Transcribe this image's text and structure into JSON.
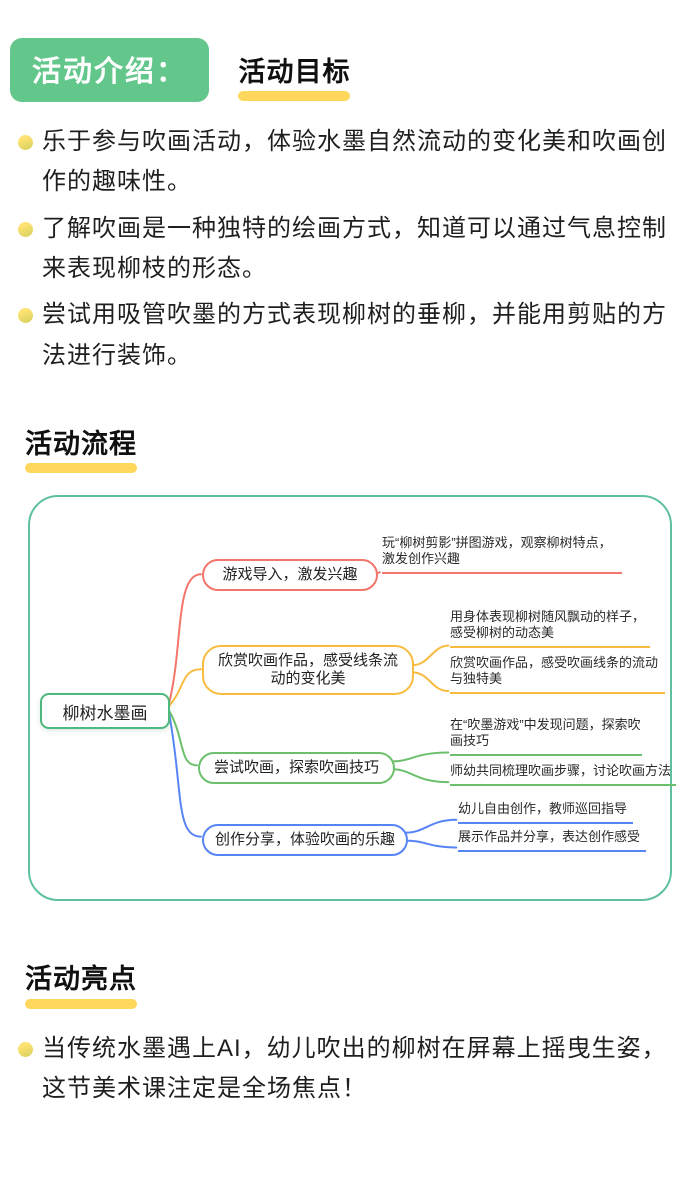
{
  "banner": {
    "title": "活动介绍："
  },
  "goals": {
    "heading": "活动目标",
    "items": [
      "乐于参与吹画活动，体验水墨自然流动的变化美和吹画创作的趣味性。",
      "了解吹画是一种独特的绘画方式，知道可以通过气息控制来表现柳枝的形态。",
      "尝试用吸管吹墨的方式表现柳树的垂柳，并能用剪贴的方法进行装饰。"
    ]
  },
  "process": {
    "heading": "活动流程",
    "mindmap": {
      "root": "柳树水墨画",
      "branches": [
        {
          "label": "游戏导入，激发兴趣",
          "color": "#f3756b",
          "leaves": [
            "玩“柳树剪影”拼图游戏，观察柳树特点，激发创作兴趣"
          ]
        },
        {
          "label": "欣赏吹画作品，感受线条流动的变化美",
          "color": "#f7bc3f",
          "leaves": [
            "用身体表现柳树随风飘动的样子，感受柳树的动态美",
            "欣赏吹画作品，感受吹画线条的流动与独特美"
          ]
        },
        {
          "label": "尝试吹画，探索吹画技巧",
          "color": "#6cc06d",
          "leaves": [
            "在“吹墨游戏”中发现问题，探索吹画技巧",
            "师幼共同梳理吹画步骤，讨论吹画方法"
          ]
        },
        {
          "label": "创作分享，体验吹画的乐趣",
          "color": "#5784f5",
          "leaves": [
            "幼儿自由创作，教师巡回指导",
            "展示作品并分享，表达创作感受"
          ]
        }
      ]
    }
  },
  "highlights": {
    "heading": "活动亮点",
    "items": [
      "当传统水墨遇上AI，幼儿吹出的柳树在屏幕上摇曳生姿，这节美术课注定是全场焦点！"
    ]
  },
  "colors": {
    "banner_green": "#63c78c",
    "heading_underline_yellow": "#ffd75c",
    "bullet_yellow_green": "#f0d960",
    "map_border_teal": "#5fc0a0",
    "root_node_green": "#4fb87e",
    "branch_red": "#f3756b",
    "branch_amber": "#f7bc3f",
    "branch_green": "#6cc06d",
    "branch_blue": "#5784f5"
  }
}
